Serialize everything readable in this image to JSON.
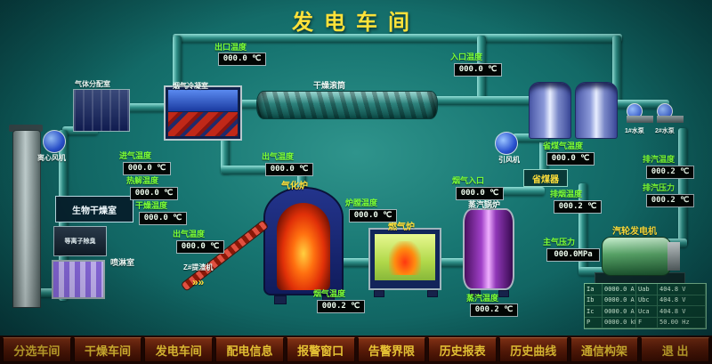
{
  "title": "发电车间",
  "menu": {
    "items": [
      "分选车间",
      "干燥车间",
      "发电车间",
      "配电信息",
      "报警窗口",
      "告警界限",
      "历史报表",
      "历史曲线",
      "通信构架",
      "退  出"
    ]
  },
  "equipment": {
    "gas_distribution": "气体分配室",
    "condenser": "烟气冷凝室",
    "drum": "干燥滚筒",
    "centrifugal_fan": "离心风机",
    "induced_fan": "引风机",
    "bio_drying_room": "生物干燥室",
    "plasma": "等离子除臭",
    "spray_room": "喷淋室",
    "gasifier": "气化炉",
    "slag_conveyor": "Z#提渣机",
    "slag_arrows": "»»",
    "gas_furnace": "燃气炉",
    "steam_boiler": "蒸汽锅炉",
    "economizer": "省煤器",
    "turbine_generator": "汽轮发电机",
    "pump1": "1#水泵",
    "pump2": "2#水泵"
  },
  "sensors": {
    "outlet_top": {
      "label": "出口温度",
      "value": "000.0 ℃"
    },
    "inlet_top": {
      "label": "入口温度",
      "value": "000.0 ℃"
    },
    "intake": {
      "label": "进气温度",
      "value": "000.0 ℃"
    },
    "pyrolysis": {
      "label": "热解温度",
      "value": "000.0 ℃"
    },
    "drying": {
      "label": "干燥温度",
      "value": "000.0 ℃"
    },
    "outgas_left": {
      "label": "出气温度",
      "value": "000.0 ℃"
    },
    "outgas_gasifier": {
      "label": "出气温度",
      "value": "000.0 ℃"
    },
    "furnace_temp": {
      "label": "炉膛温度",
      "value": "000.0 ℃"
    },
    "furnace_flue": {
      "label": "烟气温度",
      "value": "000.2 ℃"
    },
    "boiler_flue": {
      "label": "蒸汽温度",
      "value": "000.2 ℃"
    },
    "flue_inlet": {
      "label": "烟气入口",
      "value": "000.0 ℃"
    },
    "econ_flue": {
      "label": "省煤气温度",
      "value": "000.0 ℃"
    },
    "exhaust_flue": {
      "label": "排烟温度",
      "value": "000.2 ℃"
    },
    "main_steam": {
      "label": "主气压力",
      "value": "000.0MPa"
    },
    "turbine_exhaust_t": {
      "label": "排汽温度",
      "value": "000.2 ℃"
    },
    "turbine_exhaust_p": {
      "label": "排汽压力",
      "value": "000.2 ℃"
    }
  },
  "panel": {
    "rows": [
      [
        "Ia",
        "0000.0 A",
        "Uab",
        "404.8 V"
      ],
      [
        "Ib",
        "0000.0 A",
        "Ubc",
        "404.8 V"
      ],
      [
        "Ic",
        "0000.0 A",
        "Uca",
        "404.8 V"
      ],
      [
        "P",
        "0000.0 kW",
        "F",
        "50.00 Hz"
      ]
    ]
  }
}
